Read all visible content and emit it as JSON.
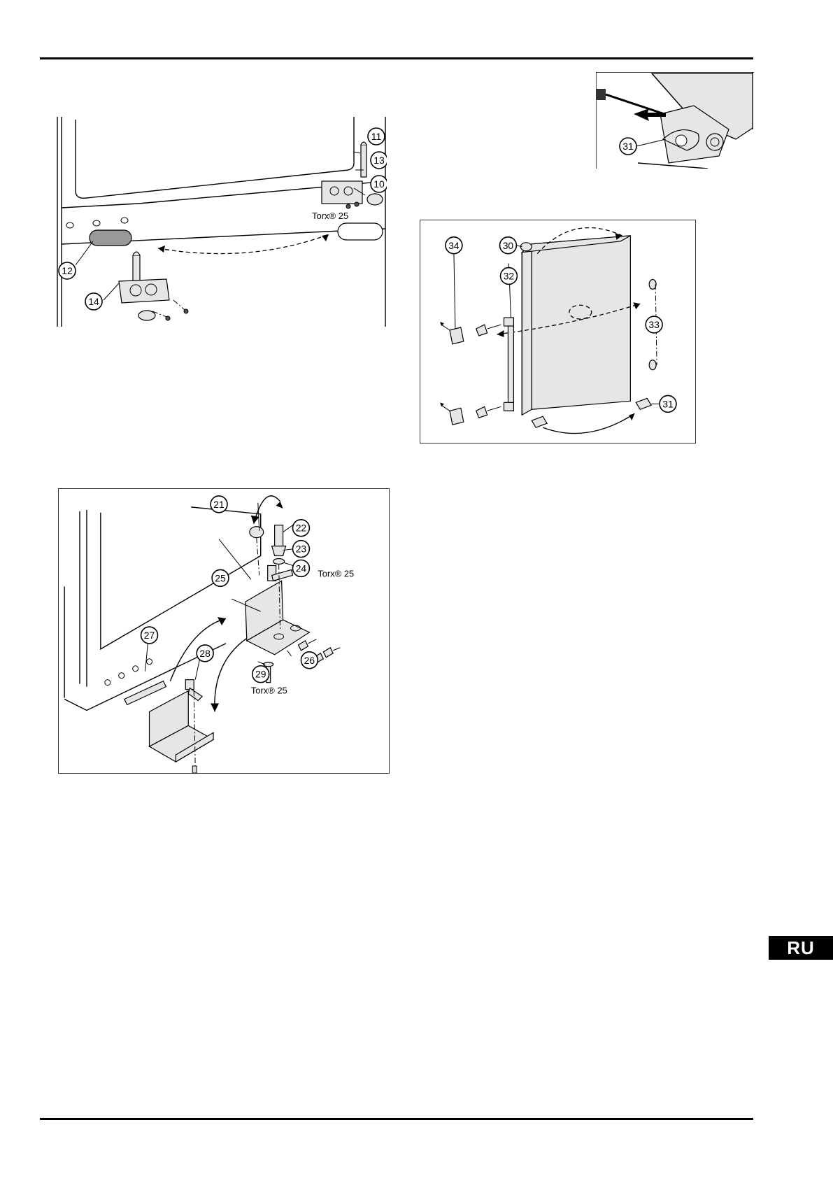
{
  "figures": {
    "top_left": {
      "callouts": [
        "11",
        "13",
        "10",
        "12",
        "14"
      ],
      "torx_label": "Torx® 25"
    },
    "top_right": {
      "callouts": [
        "31"
      ]
    },
    "door": {
      "callouts": [
        "34",
        "30",
        "32",
        "33",
        "31"
      ]
    },
    "bottom_left": {
      "callouts": [
        "21",
        "22",
        "23",
        "24",
        "25",
        "27",
        "28",
        "26",
        "29"
      ],
      "torx_label_1": "Torx® 25",
      "torx_label_2": "Torx® 25"
    }
  },
  "language_badge": "RU"
}
